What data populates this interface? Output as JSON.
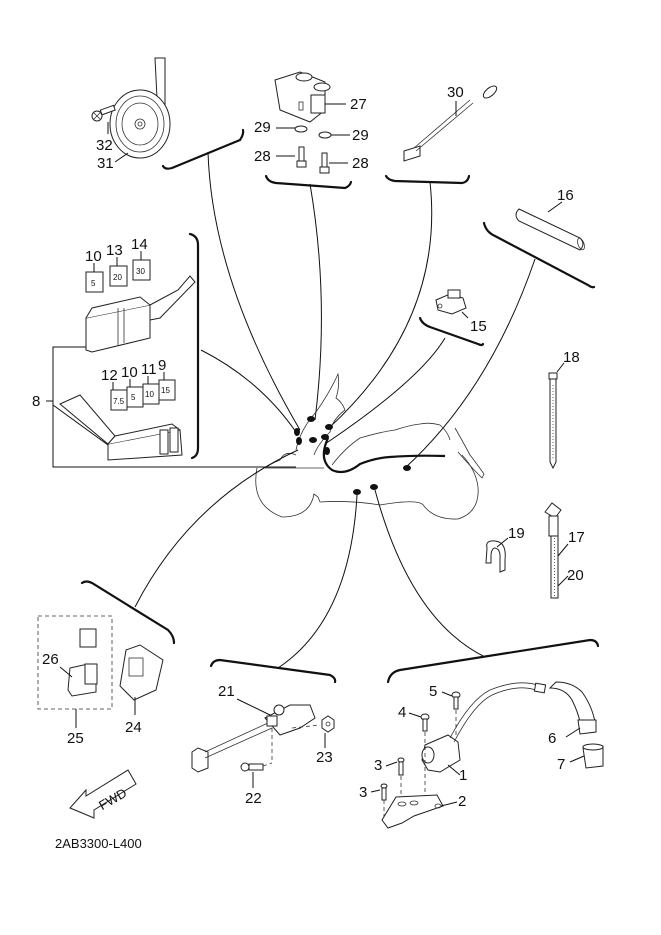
{
  "diagram": {
    "title_code": "2AB3300-L400",
    "fwd_label": "FWD",
    "parts": {
      "p1": "1",
      "p2": "2",
      "p3a": "3",
      "p3b": "3",
      "p4": "4",
      "p5": "5",
      "p6": "6",
      "p7": "7",
      "p8": "8",
      "p9": "9",
      "p10a": "10",
      "p10b": "10",
      "p11": "11",
      "p12": "12",
      "p13": "13",
      "p14": "14",
      "p15": "15",
      "p16": "16",
      "p17": "17",
      "p18": "18",
      "p19": "19",
      "p20": "20",
      "p21": "21",
      "p22": "22",
      "p23": "23",
      "p24": "24",
      "p25": "25",
      "p26": "26",
      "p27": "27",
      "p28a": "28",
      "p28b": "28",
      "p29a": "29",
      "p29b": "29",
      "p30": "30",
      "p31": "31",
      "p32": "32"
    },
    "fuse_ratings": {
      "f10a": "5",
      "f13": "20",
      "f14": "30",
      "f12": "7.5",
      "f10b": "5",
      "f11": "10",
      "f9": "15"
    },
    "components": [
      {
        "id": "horn",
        "parts": [
          "31",
          "32"
        ]
      },
      {
        "id": "lean-angle-sensor",
        "parts": [
          "27",
          "28",
          "29"
        ]
      },
      {
        "id": "wire-harness-lead",
        "parts": [
          "30"
        ]
      },
      {
        "id": "tube",
        "parts": [
          "16"
        ]
      },
      {
        "id": "fuse-box",
        "parts": [
          "8",
          "9",
          "10",
          "11",
          "12",
          "13",
          "14"
        ]
      },
      {
        "id": "coupler",
        "parts": [
          "15"
        ]
      },
      {
        "id": "cable-ties",
        "parts": [
          "17",
          "18",
          "19",
          "20"
        ]
      },
      {
        "id": "relay-unit",
        "parts": [
          "24",
          "25",
          "26"
        ]
      },
      {
        "id": "sidestand-switch",
        "parts": [
          "21",
          "22",
          "23"
        ]
      },
      {
        "id": "ignition-coil",
        "parts": [
          "1",
          "2",
          "3",
          "4",
          "5",
          "6",
          "7"
        ]
      }
    ]
  }
}
